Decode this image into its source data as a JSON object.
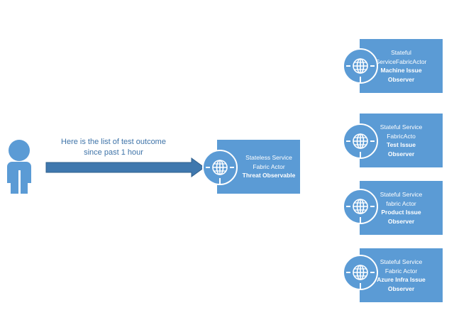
{
  "colors": {
    "box": "#5B9BD5",
    "person": "#5B9BD5",
    "arrow_fill": "#3F78AE",
    "arrow_stroke": "#2F5F8C",
    "caption_text": "#3E73A8",
    "icon_stroke": "#ffffff"
  },
  "caption": {
    "line1": "Here is the list of test outcome",
    "line2": "since past 1 hour"
  },
  "observable": {
    "line1": "Stateless Service",
    "line2": "Fabric Actor",
    "bold": "Threat Observable"
  },
  "observers": [
    {
      "line1": "Stateful",
      "line2": "ServiceFabricActor",
      "bold1": "Machine Issue",
      "bold2": "Observer"
    },
    {
      "line1": "Stateful Service",
      "line2": "FabricActo",
      "bold1": "Test Issue",
      "bold2": "Observer"
    },
    {
      "line1": "Stateful Service",
      "line2": "fabric Actor",
      "bold1": "Product Issue",
      "bold2": "Observer"
    },
    {
      "line1": "Stateful Service",
      "line2": "Fabric Actor",
      "bold1": "Azure Infra Issue",
      "bold2": "Observer"
    }
  ],
  "icons": {
    "person": "person-icon",
    "node": "globe-network-icon",
    "arrow": "arrow-right-icon"
  }
}
